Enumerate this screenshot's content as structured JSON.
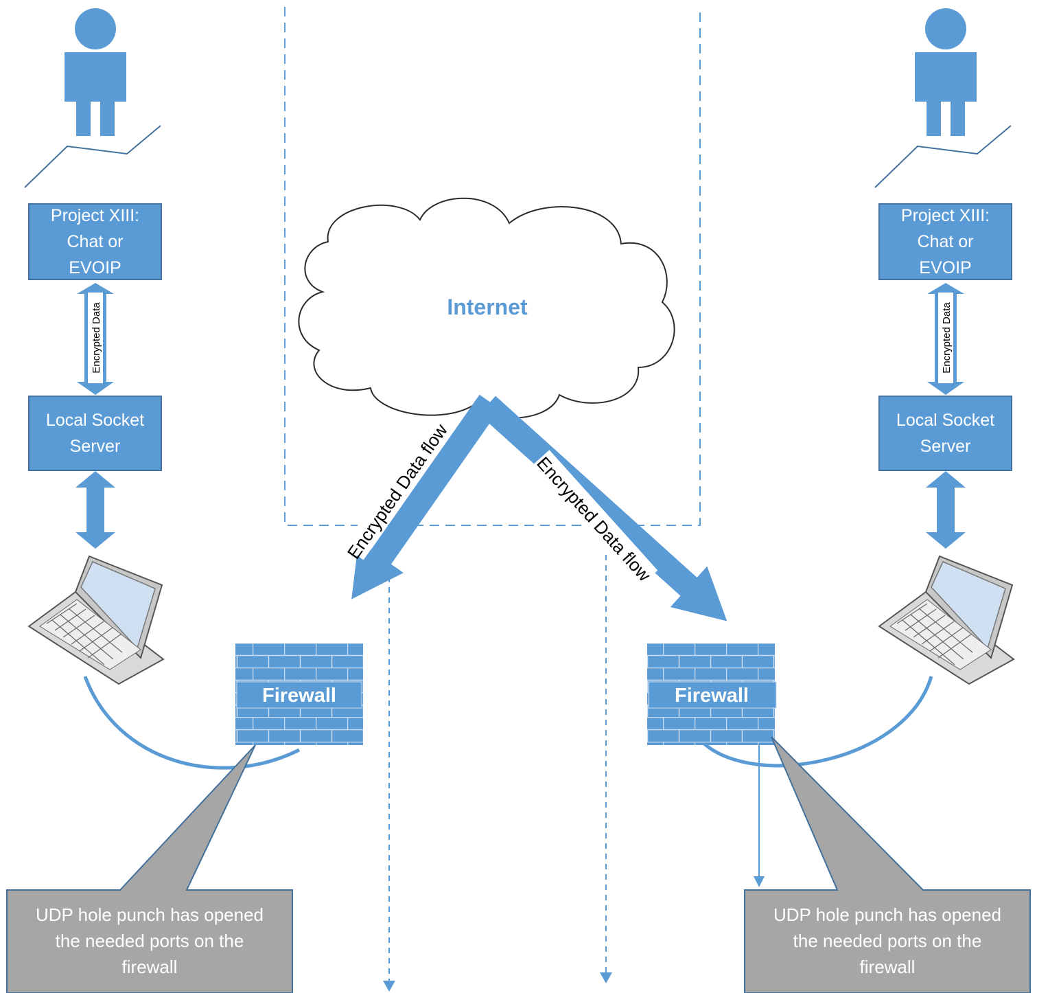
{
  "internet": {
    "label": "Internet"
  },
  "left": {
    "app_box": [
      "Project XIII:",
      "Chat or",
      "EVOIP"
    ],
    "vertical_arrow_label": "Encrypted Data",
    "socket_box": [
      "Local Socket",
      "Server"
    ],
    "firewall_label": "Firewall",
    "callout": [
      "UDP hole punch has opened",
      "the needed ports on the",
      "firewall"
    ]
  },
  "right": {
    "app_box": [
      "Project XIII:",
      "Chat or",
      "EVOIP"
    ],
    "vertical_arrow_label": "Encrypted Data",
    "socket_box": [
      "Local Socket",
      "Server"
    ],
    "firewall_label": "Firewall",
    "callout": [
      "UDP hole punch has opened",
      "the needed ports on the",
      "firewall"
    ]
  },
  "flows": {
    "left_label": "Encrypted Data flow",
    "right_label": "Encrypted Data flow"
  },
  "colors": {
    "accent": "#5b9bd5",
    "accent_dark": "#41719c",
    "internet_text": "#5b9bd5",
    "callout_fill": "#a6a6a6",
    "callout_border": "#41719c"
  }
}
